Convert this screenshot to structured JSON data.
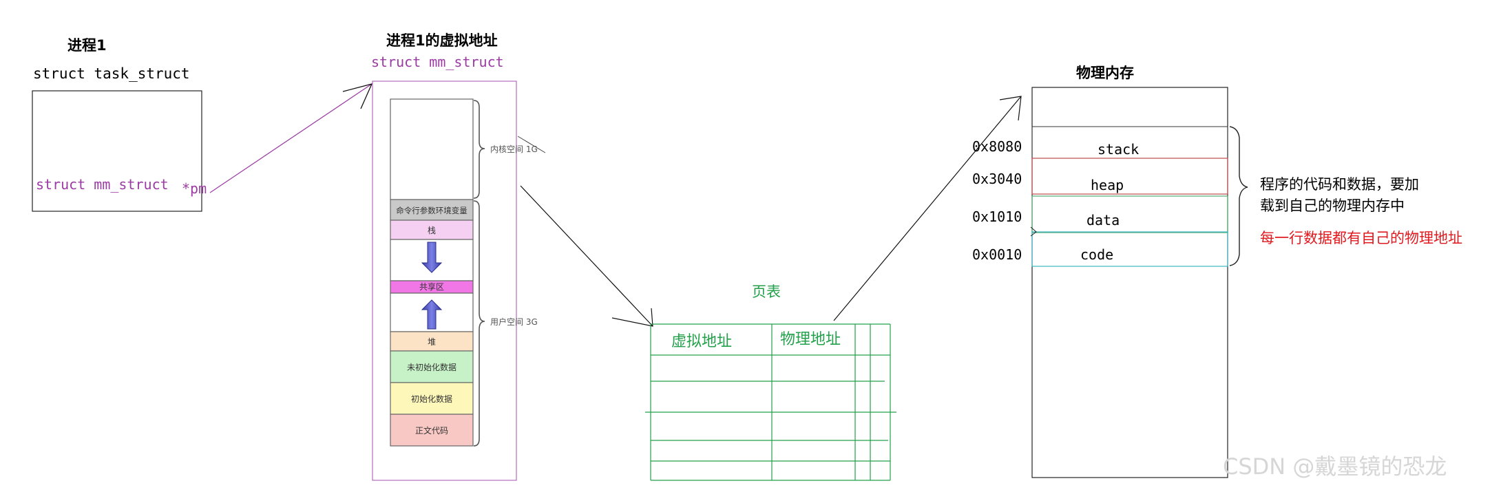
{
  "process": {
    "title": "进程1",
    "struct_label": "struct task_struct",
    "mm_pointer": "struct mm_struct",
    "mm_pointer_suffix": "*pm"
  },
  "virtual_space": {
    "title": "进程1的虚拟地址",
    "struct_label": "struct mm_struct",
    "kernel_label": "内核空间 1G",
    "user_label": "用户空间 3G",
    "segments": {
      "cmdline_env": "命令行参数环境变量",
      "stack": "栈",
      "shared": "共享区",
      "heap": "堆",
      "bss": "未初始化数据",
      "data": "初始化数据",
      "text": "正文代码"
    }
  },
  "page_table": {
    "title": "页表",
    "col_virtual": "虚拟地址",
    "col_physical": "物理地址"
  },
  "physical_memory": {
    "title": "物理内存",
    "rows": [
      {
        "address": "0x8080",
        "name": "stack"
      },
      {
        "address": "0x3040",
        "name": "heap"
      },
      {
        "address": "0x1010",
        "name": "data"
      },
      {
        "address": "0x0010",
        "name": "code"
      }
    ],
    "note_line1": "程序的代码和数据，要加",
    "note_line2": "载到自己的物理内存中",
    "note_red": "每一行数据都有自己的物理地址"
  },
  "watermark": "CSDN @戴墨镜的恐龙",
  "colors": {
    "purple": "#9b3aa3",
    "green": "#22a04a",
    "red": "#e0191f",
    "cyan": "#3cb6c2"
  }
}
